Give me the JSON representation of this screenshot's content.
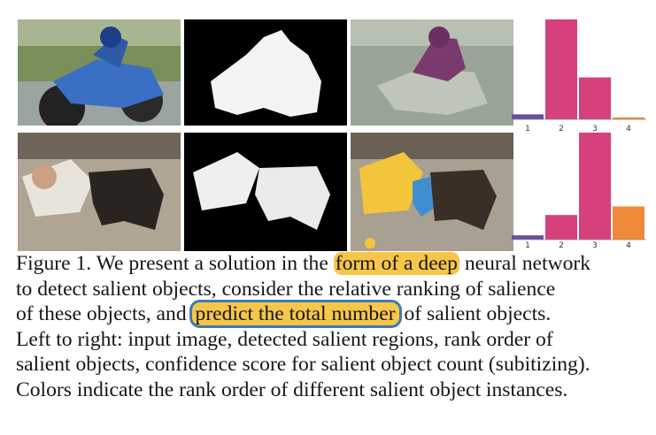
{
  "figure": {
    "bar_charts": [
      {
        "categories": [
          "1",
          "2",
          "3",
          "4"
        ],
        "values": [
          0.05,
          1.0,
          0.42,
          0.02
        ]
      },
      {
        "categories": [
          "1",
          "2",
          "3",
          "4"
        ],
        "values": [
          0.04,
          0.23,
          1.0,
          0.31
        ]
      }
    ],
    "colors": {
      "bar_main": "#d6407d",
      "bar_last": "#f08a3a",
      "bar_first": "#6a4ea0",
      "highlight": "#f6c64a",
      "box": "#3c7bb0"
    }
  },
  "caption": {
    "line1_a": "Figure 1. We present a solution in the ",
    "line1_hl": "form of a deep",
    "line1_b": " neural network",
    "line2": "to detect salient objects, consider the relative ranking of salience",
    "line3_a": "of these objects, and ",
    "line3_hl": "predict the total number",
    "line3_b": " of salient objects.",
    "line4": "Left to right: input image, detected salient regions, rank order of",
    "line5": "salient objects, confidence score for salient object count (subitizing).",
    "line6": "Colors indicate the rank order of different salient object instances."
  }
}
